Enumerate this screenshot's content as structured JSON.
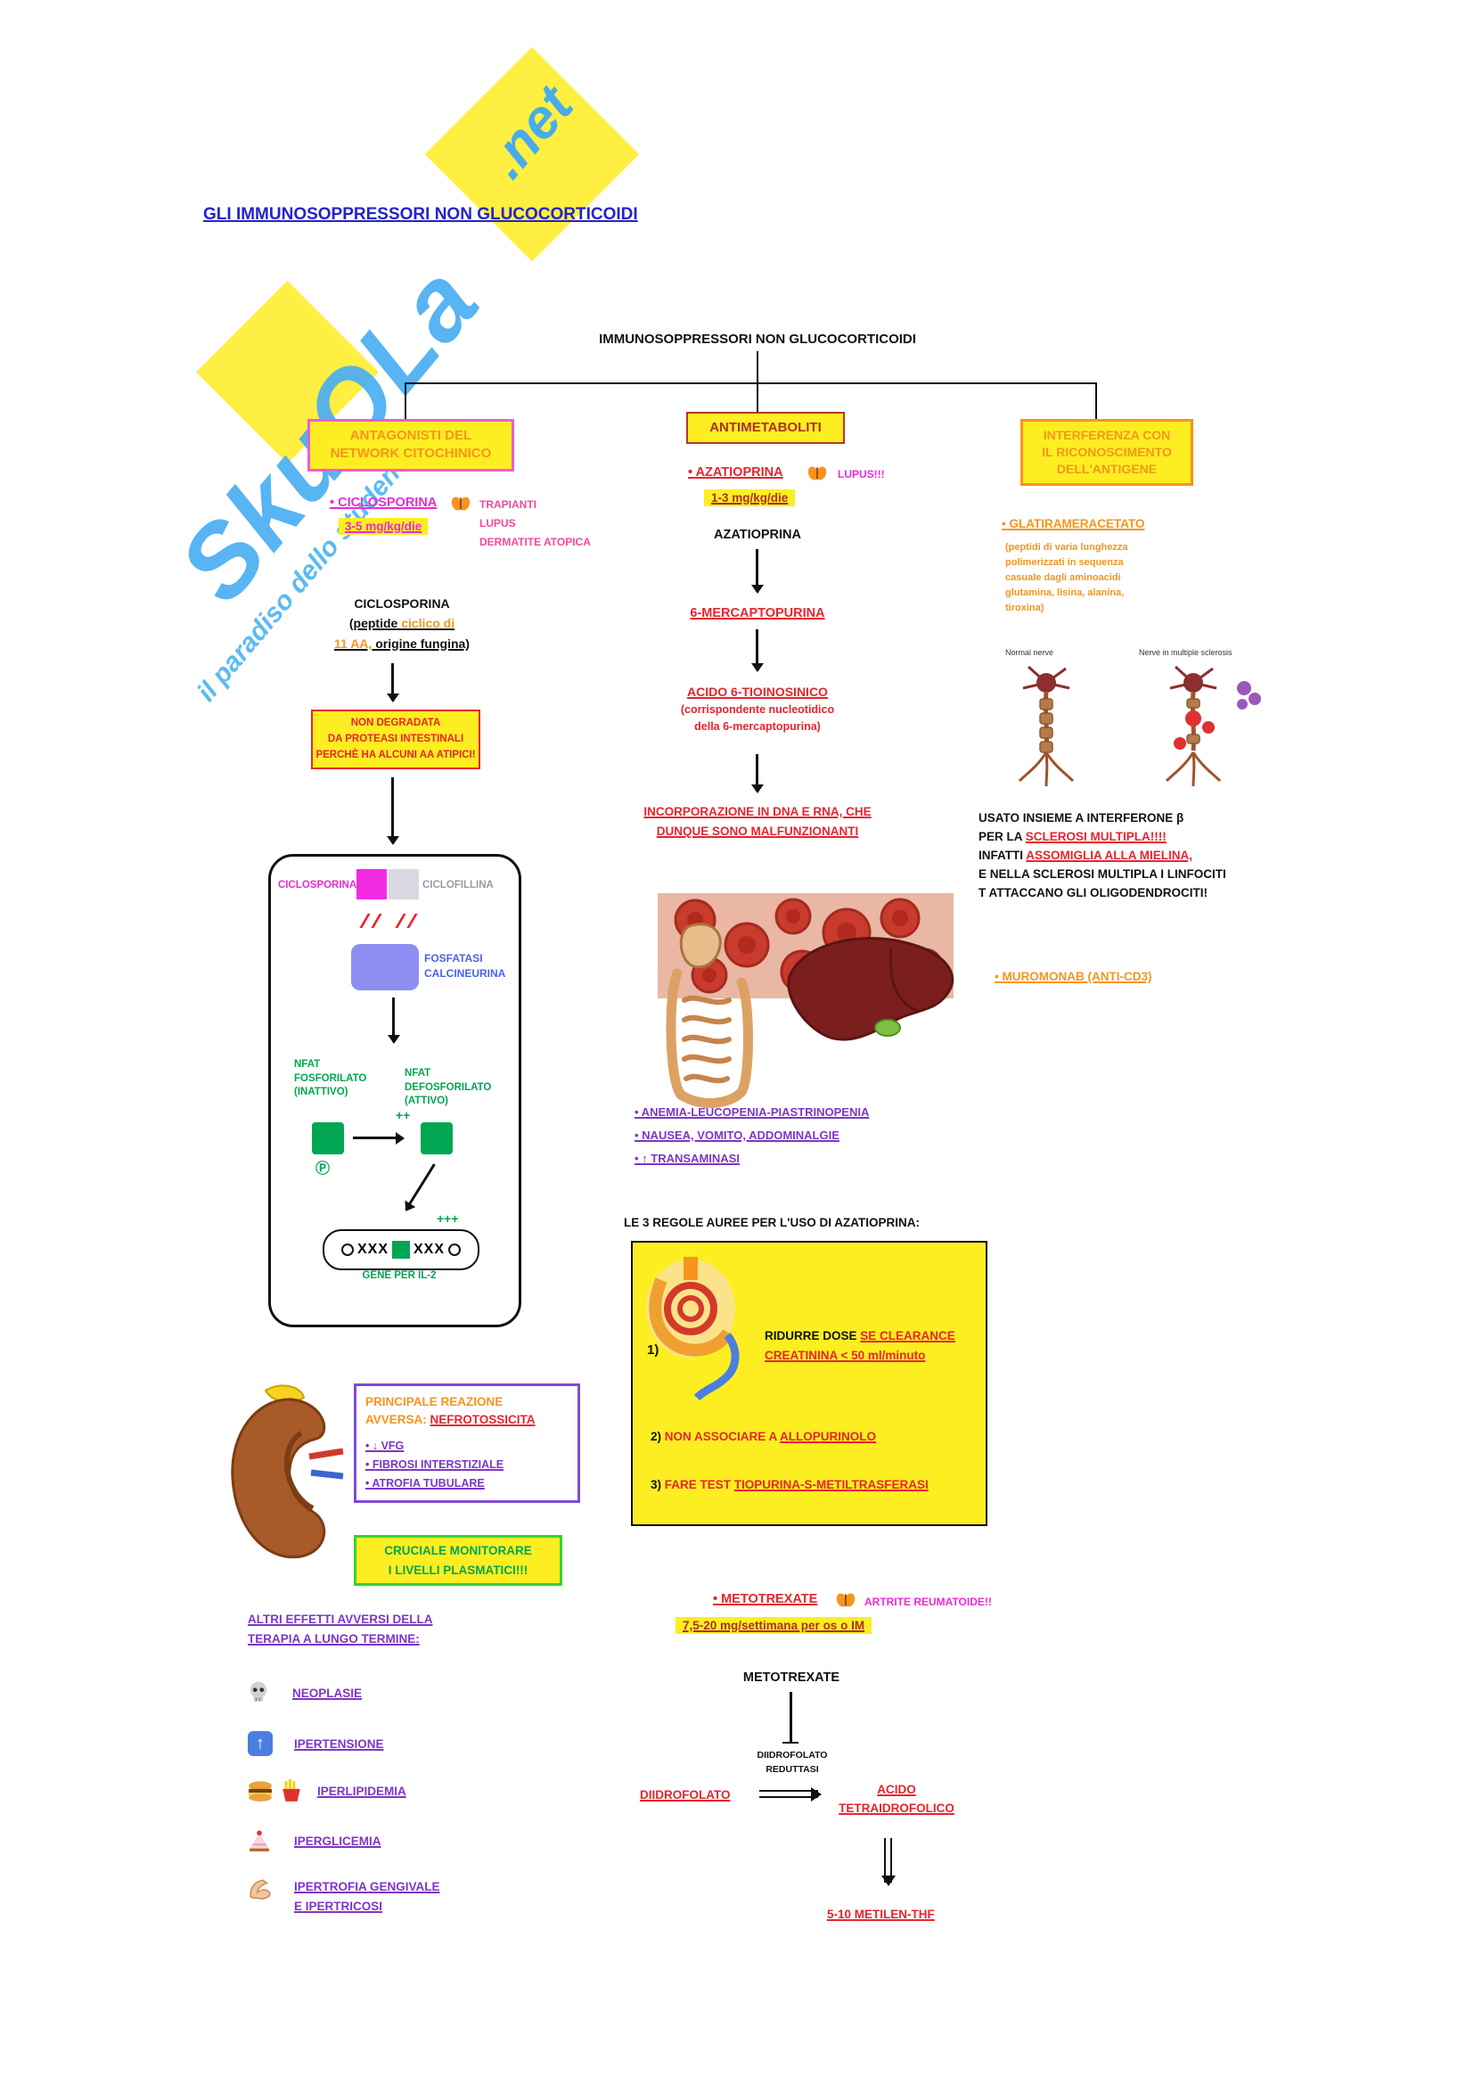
{
  "title": "GLI IMMUNOSOPPRESSORI NON GLUCOCORTICOIDI",
  "watermark": {
    "brand_main": "SkuOLa",
    "brand_ext": ".net",
    "tagline": "il paradiso dello studente"
  },
  "colors": {
    "highlight_yellow": "#fcee21",
    "orange": "#f7941d",
    "red": "#e8242c",
    "magenta": "#e82bd4",
    "pink": "#f4479c",
    "purple": "#7d36c8",
    "green": "#00a651",
    "title_blue": "#2323cc",
    "watermark_blue": "#47aff5"
  },
  "icons": {
    "butterfly": "orange butterfly",
    "skull": "skull",
    "hypertension_up": "up arrow in blue square",
    "burger_fries": "burger and fries",
    "cake": "cake slice",
    "muscle": "flexed arm",
    "phosphate": "Ⓟ"
  },
  "tree": {
    "root": "IMMUNOSOPPRESSORI NON GLUCOCORTICOIDI",
    "left": "ANTAGONISTI DEL\nNETWORK CITOCHINICO",
    "center": "ANTIMETABOLITI",
    "right": "INTERFERENZA CON\nIL RICONOSCIMENTO\nDELL'ANTIGENE"
  },
  "ciclosporina": {
    "bullet": "• CICLOSPORINA",
    "dose": "3-5 mg/kg/die",
    "indications": "TRAPIANTI\nLUPUS\nDERMATITE ATOPICA",
    "desc_title": "CICLOSPORINA",
    "desc_l2_black": "(peptide ",
    "desc_l2_orange": "ciclico di",
    "desc_l3_orange": "11 AA,",
    "desc_l3_black": " origine fungina)",
    "note_box": "NON DEGRADATA\nDA PROTEASI INTESTINALI\nPERCHÈ HA ALCUNI AA ATIPICI!",
    "mech": {
      "drug": "CICLOSPORINA",
      "partner": "CICLOFILLINA",
      "enzyme": "FOSFATASI\nCALCINEURINA",
      "nfat_inactive": "NFAT\nFOSFORILATO\n(INATTIVO)",
      "nfat_active": "NFAT\nDEFOSFORILATO\n(ATTIVO)",
      "phosphate": "Ⓟ",
      "plus2": "++",
      "plus3": "+++",
      "dna_x": "XXX",
      "gene": "GENE PER IL-2"
    },
    "adverse_box": {
      "title_l1": "PRINCIPALE REAZIONE",
      "title_l2_orange": "AVVERSA: ",
      "title_l2_red": "NEFROTOSSICITA",
      "items": [
        "• ↓ VFG",
        "• FIBROSI INTERSTIZIALE",
        "• ATROFIA TUBULARE"
      ]
    },
    "monitor_box": "CRUCIALE MONITORARE\nI LIVELLI PLASMATICI!!!",
    "longterm_title": "ALTRI EFFETTI AVVERSI DELLA\nTERAPIA A LUNGO TERMINE:",
    "longterm_items": [
      {
        "icon": "skull-icon",
        "label": "NEOPLASIE"
      },
      {
        "icon": "hypertension-icon",
        "label": "IPERTENSIONE"
      },
      {
        "icon": "burger-fries-icon",
        "label": "IPERLIPIDEMIA"
      },
      {
        "icon": "cake-icon",
        "label": "IPERGLICEMIA"
      },
      {
        "icon": "muscle-icon",
        "label": "IPERTROFIA GENGIVALE\nE IPERTRICOSI"
      }
    ]
  },
  "azatioprina": {
    "bullet": "• AZATIOPRINA",
    "indication": "LUPUS!!!",
    "dose": "1-3 mg/kg/die",
    "name": "AZATIOPRINA",
    "step1": "6-MERCAPTOPURINA",
    "step2_title": "ACIDO 6-TIOINOSINICO",
    "step2_sub": "(corrispondente nucleotidico\ndella 6-mercaptopurina)",
    "step3": "INCORPORAZIONE IN DNA E RNA, CHE\nDUNQUE SONO MALFUNZIONANTI",
    "adverse": [
      "• ANEMIA-LEUCOPENIA-PIASTRINOPENIA",
      "• NAUSEA, VOMITO, ADDOMINALGIE",
      "• ↑ TRANSAMINASI"
    ],
    "rules_title": "LE 3 REGOLE AUREE PER L'USO DI AZATIOPRINA:",
    "rule1_num": "1)",
    "rule1_black": "RIDURRE DOSE ",
    "rule1_red": "SE CLEARANCE CREATININA < 50 ml/minuto",
    "rule2_num": "2)",
    "rule2_red": "NON ASSOCIARE A ",
    "rule2_red_underlined": "ALLOPURINOLO",
    "rule3_num": "3)",
    "rule3_red": "FARE TEST ",
    "rule3_red_underlined": "TIOPURINA-S-METILTRASFERASI"
  },
  "metotrexate": {
    "bullet": "• METOTREXATE",
    "indication": "ARTRITE REUMATOIDE!!",
    "dose": "7,5-20 mg/settimana per os o IM",
    "name": "METOTREXATE",
    "enzyme": "DIIDROFOLATO\nREDUTTASI",
    "substrate": "DIIDROFOLATO",
    "product": "ACIDO\nTETRAIDROFOLICO",
    "next_step": "5-10 METILEN-THF"
  },
  "glatiramer": {
    "bullet": "• GLATIRAMERACETATO",
    "desc": "(peptidi di varia lunghezza\npolimerizzati in sequenza\ncasuale dagli aminoacidi\nglutamina, lisina, alanina,\ntiroxina)",
    "caption_left": "Normal nerve",
    "caption_right": "Nerve in multiple sclerosis",
    "note_l1": "USATO INSIEME A INTERFERONE β",
    "note_l2_black": "PER LA ",
    "note_l2_red": "SCLEROSI MULTIPLA!!!!",
    "note_l3_black": "INFATTI ",
    "note_l3_red": "ASSOMIGLIA ALLA MIELINA,",
    "note_l4": "E NELLA SCLEROSI MULTIPLA I LINFOCITI",
    "note_l5": "T ATTACCANO GLI OLIGODENDROCITI!",
    "muromonab": "• MUROMONAB (ANTI-CD3)"
  }
}
